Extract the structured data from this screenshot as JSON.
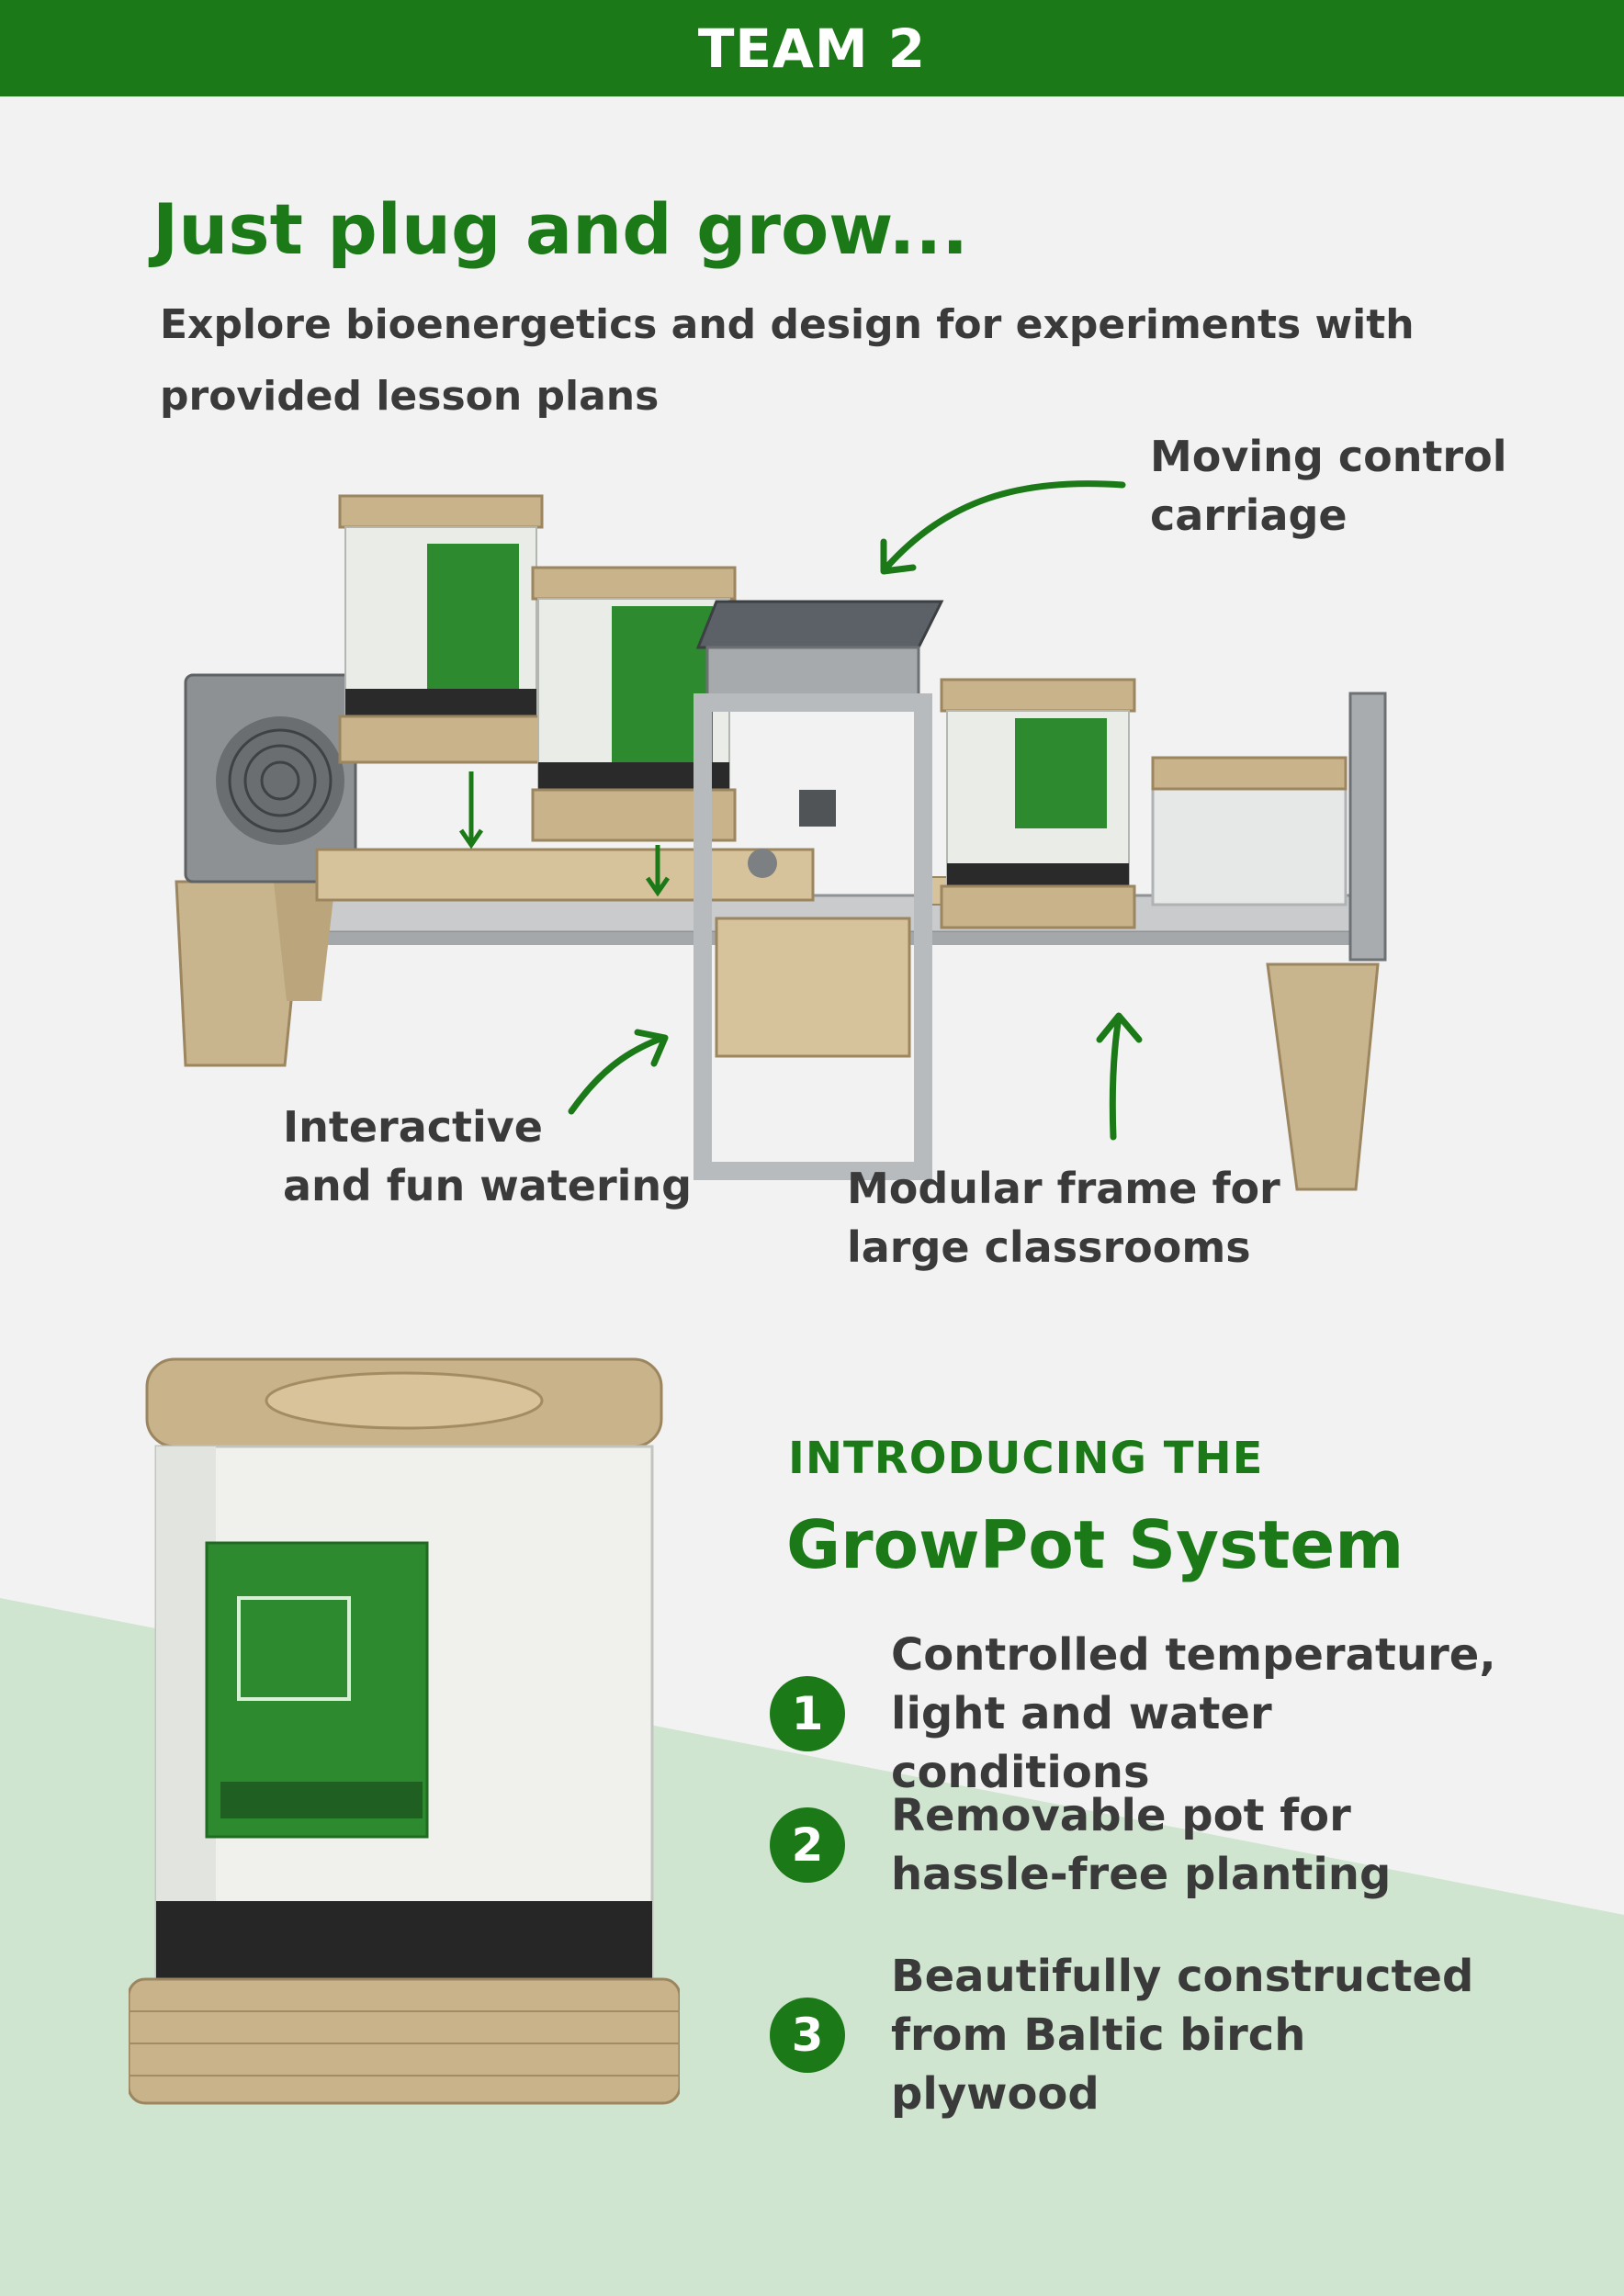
{
  "header": {
    "title": "TEAM 2"
  },
  "hero": {
    "headline": "Just plug and grow...",
    "subhead": "Explore bioenergetics and design for experiments with provided lesson plans"
  },
  "callouts": {
    "carriage": "Moving control\ncarriage",
    "watering": "Interactive\nand fun watering",
    "frame": "Modular frame for\nlarge classrooms"
  },
  "intro": {
    "small": "INTRODUCING THE",
    "big": "GrowPot System"
  },
  "features": [
    {
      "number": "1",
      "text": "Controlled temperature,\nlight and water conditions"
    },
    {
      "number": "2",
      "text": "Removable pot for\nhassle-free planting"
    },
    {
      "number": "3",
      "text": "Beautifully constructed\nfrom Baltic birch plywood"
    }
  ],
  "colors": {
    "brand_green": "#1b7a17",
    "background": "#f2f2f2",
    "diagonal_green": "#cfe5cf",
    "text_dark": "#3a3a3a"
  }
}
